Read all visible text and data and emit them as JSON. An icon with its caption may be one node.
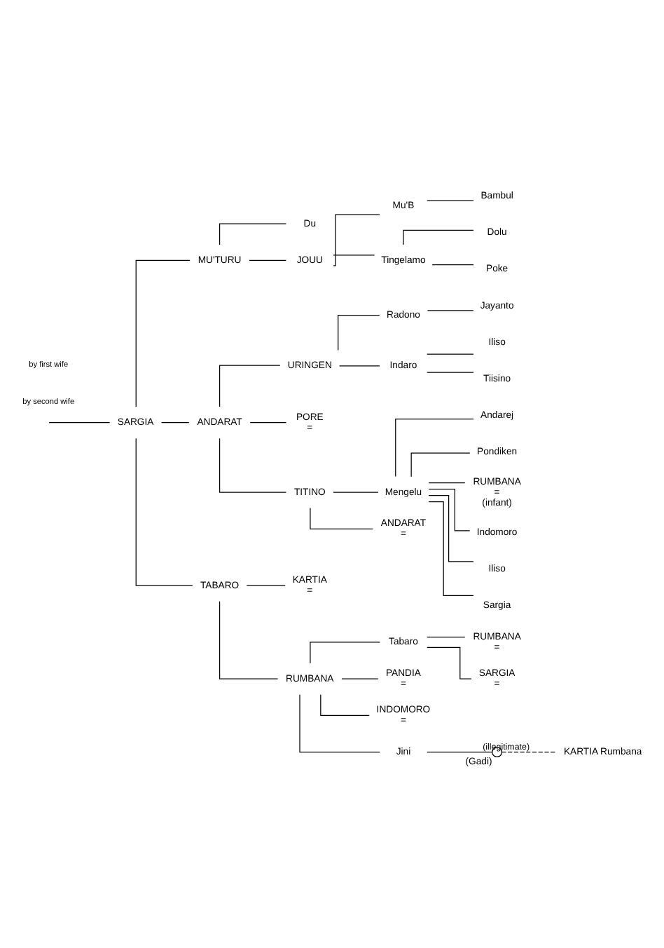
{
  "diagram": {
    "nodes": [
      {
        "text": [
          "SARGIA"
        ]
      },
      {
        "text": [
          "MU'TURU"
        ]
      },
      {
        "text": [
          "ANDARAT"
        ]
      },
      {
        "text": [
          "TABARO"
        ]
      },
      {
        "text": [
          "Du"
        ]
      },
      {
        "text": [
          "JOUU"
        ]
      },
      {
        "text": [
          "Mu'B"
        ]
      },
      {
        "text": [
          "Tingelamo"
        ]
      },
      {
        "text": [
          "Bambul"
        ]
      },
      {
        "text": [
          "Dolu"
        ]
      },
      {
        "text": [
          "Poke"
        ]
      },
      {
        "text": [
          "URINGEN"
        ]
      },
      {
        "text": [
          "PORE"
        ],
        "beside": [
          "="
        ]
      },
      {
        "text": [
          "TITINO"
        ]
      },
      {
        "text": [
          "Radono"
        ]
      },
      {
        "text": [
          "Indaro"
        ]
      },
      {
        "text": [
          "Jayanto"
        ]
      },
      {
        "text": [
          "Iliso"
        ]
      },
      {
        "text": [
          "Tiisino"
        ]
      },
      {
        "text": [
          "Mengelu"
        ]
      },
      {
        "text": [
          "ANDARAT"
        ],
        "beside": [
          "="
        ]
      },
      {
        "text": [
          "Andarej"
        ]
      },
      {
        "text": [
          "Pondiken"
        ]
      },
      {
        "text": [
          "RUMBANA"
        ],
        "beside": [
          "=",
          "(infant)"
        ]
      },
      {
        "text": [
          "Indomoro"
        ]
      },
      {
        "text": [
          "Iliso"
        ]
      },
      {
        "text": [
          "Sargia"
        ]
      },
      {
        "text": [
          "KARTIA"
        ],
        "beside": [
          "="
        ]
      },
      {
        "text": [
          "RUMBANA"
        ]
      },
      {
        "text": [
          "Tabaro"
        ]
      },
      {
        "text": [
          "PANDIA"
        ],
        "beside": [
          "="
        ]
      },
      {
        "text": [
          "INDOMORO"
        ],
        "beside": [
          "="
        ]
      },
      {
        "text": [
          "Jini"
        ]
      },
      {
        "text": [
          "RUMBANA"
        ],
        "beside": [
          "="
        ]
      },
      {
        "text": [
          "SARGIA"
        ],
        "beside": [
          "="
        ]
      },
      {
        "text": [],
        "shape": "circle",
        "beside": [
          "(Gadi)"
        ]
      },
      {
        "text": [
          "KARTIA Rumbana"
        ]
      }
    ],
    "edges": [
      {
        "from": null,
        "to": 0,
        "arrow": "none"
      },
      {
        "from": 0,
        "to": 1,
        "arrow": "none"
      },
      {
        "from": 0,
        "to": 2,
        "arrow": "none"
      },
      {
        "from": 0,
        "to": 3,
        "arrow": "none"
      },
      {
        "from": 1,
        "to": 4,
        "arrow": "none"
      },
      {
        "from": 1,
        "to": 5,
        "arrow": "none"
      },
      {
        "from": 5,
        "to": 6,
        "arrow": "none"
      },
      {
        "from": 5,
        "to": 7,
        "arrow": "none"
      },
      {
        "from": 6,
        "to": 8,
        "arrow": "none"
      },
      {
        "from": 7,
        "to": 9,
        "arrow": "none"
      },
      {
        "from": 7,
        "to": 10,
        "arrow": "none"
      },
      {
        "from": 2,
        "to": 11,
        "arrow": "none"
      },
      {
        "from": 2,
        "to": 12,
        "arrow": "none"
      },
      {
        "from": 2,
        "to": 13,
        "arrow": "none"
      },
      {
        "from": 11,
        "to": 14,
        "arrow": "none"
      },
      {
        "from": 11,
        "to": 15,
        "arrow": "none"
      },
      {
        "from": 14,
        "to": 16,
        "arrow": "none"
      },
      {
        "from": 15,
        "to": 17,
        "arrow": "none"
      },
      {
        "from": 15,
        "to": 18,
        "arrow": "none"
      },
      {
        "from": 13,
        "to": 19,
        "arrow": "none"
      },
      {
        "from": 13,
        "to": 20,
        "arrow": "none"
      },
      {
        "from": 19,
        "to": 21,
        "arrow": "none"
      },
      {
        "from": 19,
        "to": 22,
        "arrow": "none"
      },
      {
        "from": 19,
        "to": 23,
        "arrow": "none"
      },
      {
        "from": 19,
        "to": 24,
        "arrow": "none"
      },
      {
        "from": 19,
        "to": 25,
        "arrow": "none"
      },
      {
        "from": 19,
        "to": 26,
        "arrow": "none"
      },
      {
        "from": 3,
        "to": 27,
        "arrow": "none"
      },
      {
        "from": 3,
        "to": 28,
        "arrow": "none"
      },
      {
        "from": 28,
        "to": 29,
        "arrow": "none"
      },
      {
        "from": 28,
        "to": 30,
        "arrow": "none"
      },
      {
        "from": 28,
        "to": 31,
        "arrow": "none"
      },
      {
        "from": 28,
        "to": 32,
        "arrow": "none"
      },
      {
        "from": 29,
        "to": 33,
        "arrow": "none"
      },
      {
        "from": 29,
        "to": 34,
        "arrow": "none"
      },
      {
        "from": 32,
        "to": 35,
        "arrow": "none"
      },
      {
        "from": 35,
        "to": 36,
        "arrow": "none",
        "style": "dashed",
        "label": "(illegitimate)"
      }
    ],
    "labels": [
      "by second wife",
      "by first wife"
    ]
  }
}
